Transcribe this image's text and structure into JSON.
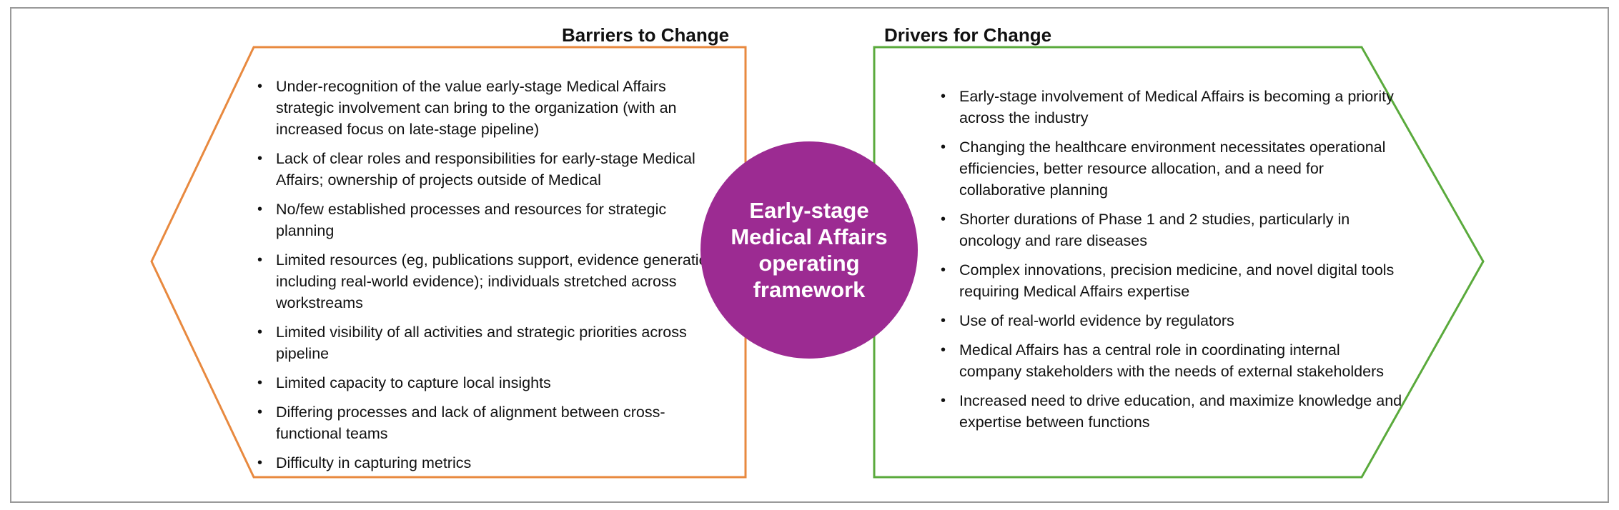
{
  "colors": {
    "barriers_outline": "#e8893f",
    "drivers_outline": "#5aaa3c",
    "center_fill": "#9c2b92",
    "frame_border": "#9a9a9a"
  },
  "barriers": {
    "heading": "Barriers to Change",
    "items": [
      "Under-recognition of the value early-stage Medical Affairs strategic involvement can bring to the organization (with an increased focus on late-stage pipeline)",
      "Lack of clear roles and responsibilities for early-stage Medical Affairs; ownership of projects outside of Medical",
      "No/few established processes and resources for strategic planning",
      "Limited resources (eg, publications support, evidence generation including real-world evidence); individuals stretched across workstreams",
      "Limited visibility of all activities and strategic priorities across pipeline",
      "Limited capacity to capture local insights",
      "Differing processes and lack of alignment between cross-functional teams",
      "Difficulty in capturing metrics"
    ]
  },
  "drivers": {
    "heading": "Drivers for Change",
    "items": [
      "Early-stage involvement of Medical Affairs is becoming a priority across the industry",
      "Changing the healthcare environment necessitates operational efficiencies, better resource allocation, and a need for collaborative planning",
      "Shorter durations of Phase 1 and 2 studies, particularly in oncology and rare diseases",
      "Complex innovations, precision medicine, and novel digital tools requiring Medical Affairs expertise",
      "Use of real-world evidence by regulators",
      "Medical Affairs has a central role in coordinating internal company stakeholders with the needs of external stakeholders",
      "Increased need to drive education, and maximize knowledge and expertise between functions"
    ]
  },
  "center": {
    "label": "Early-stage Medical Affairs operating framework"
  }
}
